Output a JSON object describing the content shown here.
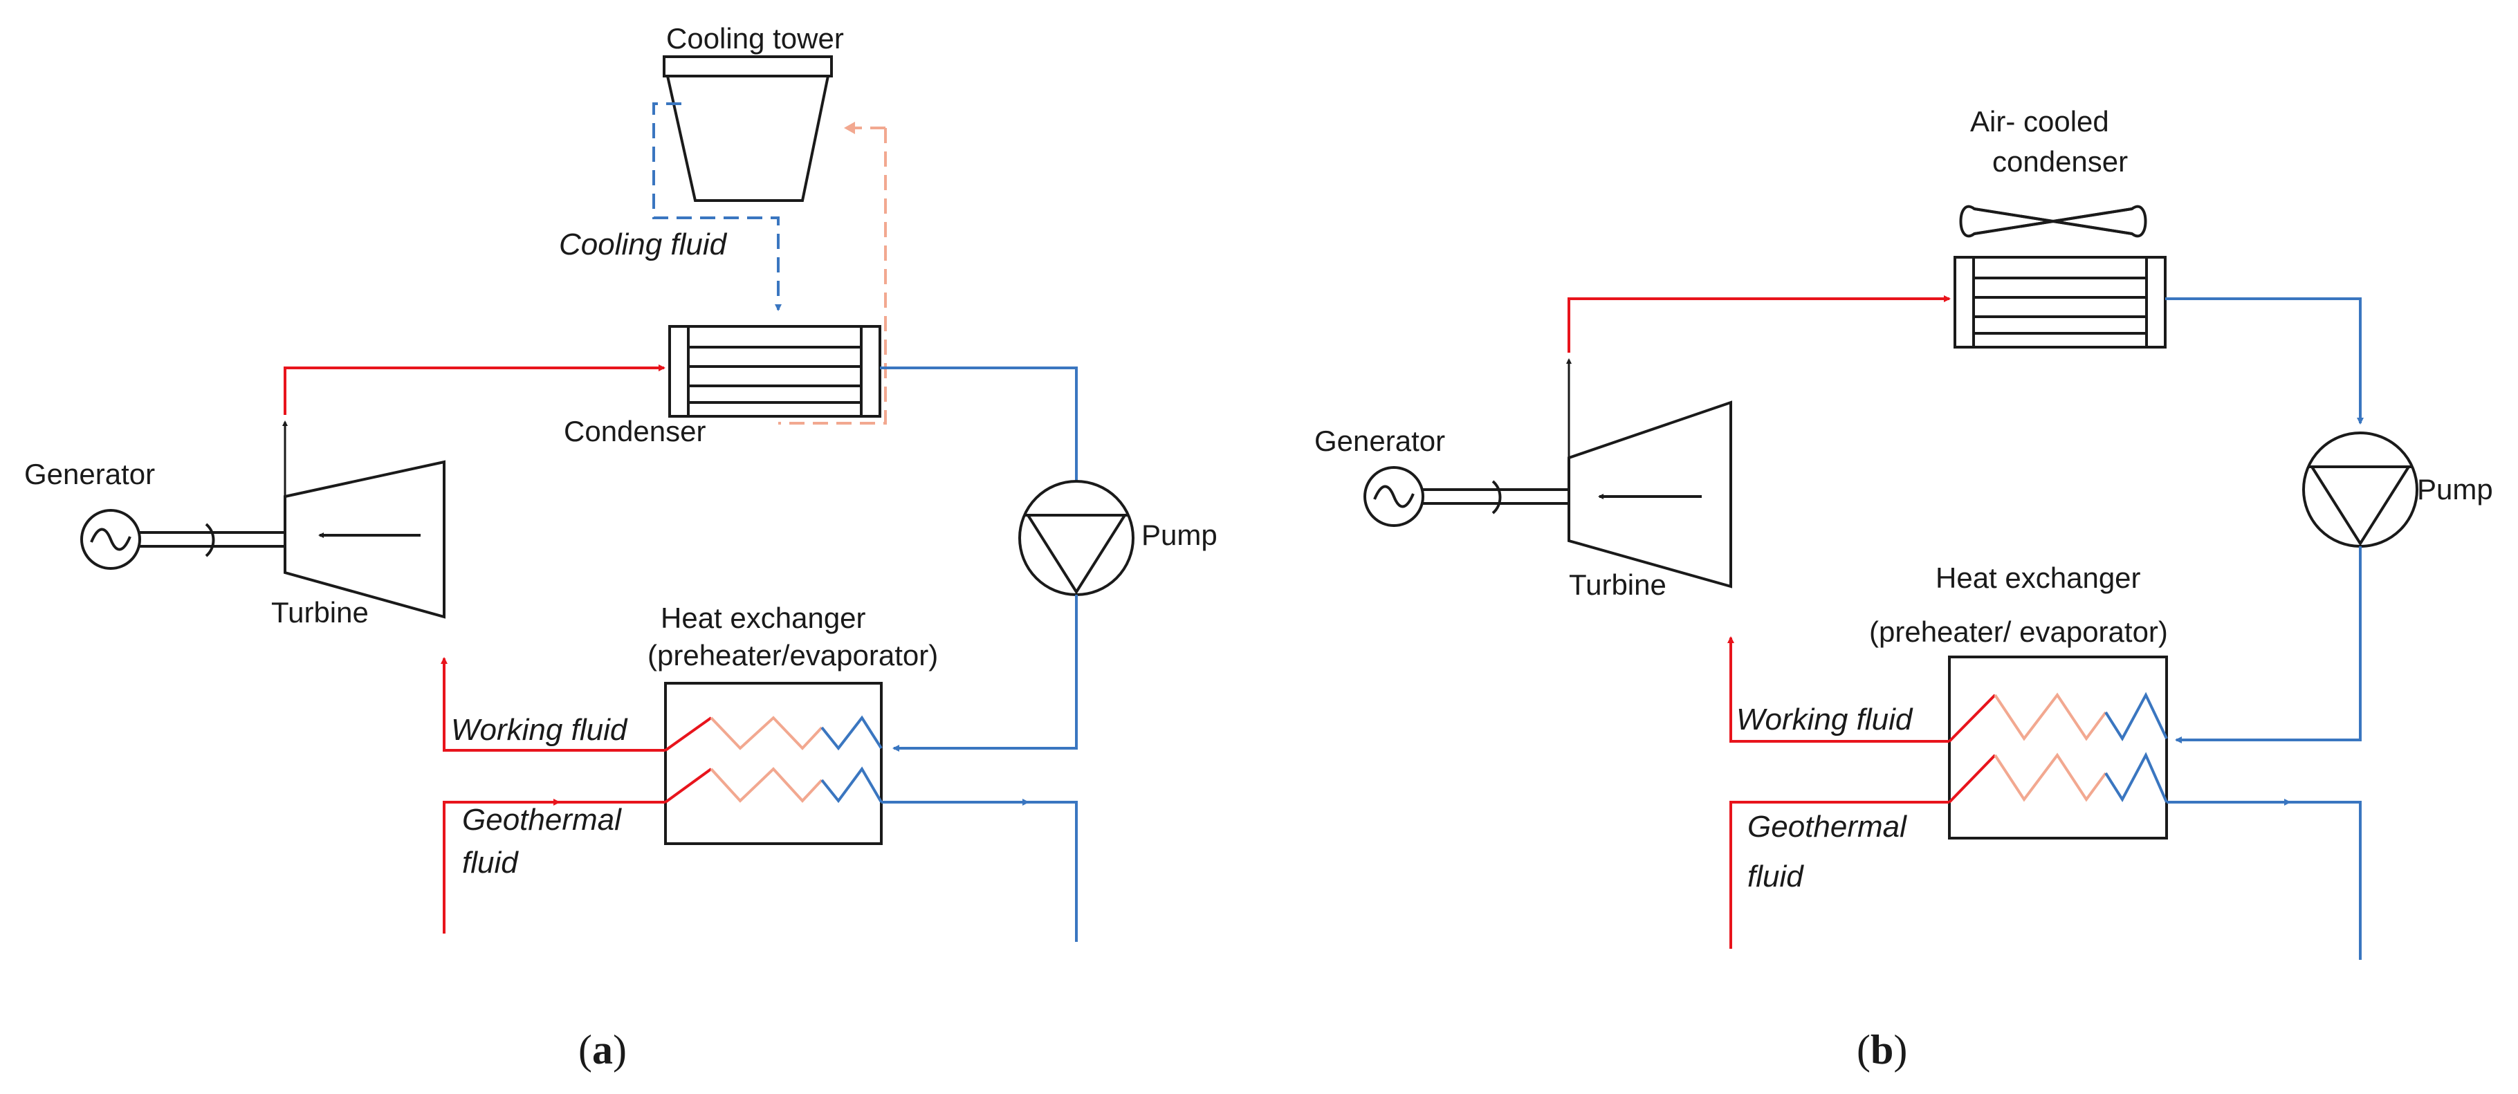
{
  "colors": {
    "hot": "#e8141c",
    "cold": "#3a76c0",
    "hot_dashed": "#f2a890",
    "cool_dashed": "#3a76c0",
    "coil_hot": "#f2a890",
    "outline": "#1a1a1a"
  },
  "diagram_a": {
    "caption_open": "(",
    "caption_letter": "a",
    "caption_close": ")",
    "generator": "Generator",
    "turbine": "Turbine",
    "condenser": "Condenser",
    "cooling_tower": "Cooling tower",
    "cooling_fluid": "Cooling fluid",
    "pump": "Pump",
    "hx_line1": "Heat exchanger",
    "hx_line2": "(preheater/evaporator)",
    "working_fluid": "Working fluid",
    "geo_line1": "Geothermal",
    "geo_line2": "fluid"
  },
  "diagram_b": {
    "caption_open": "(",
    "caption_letter": "b",
    "caption_close": ")",
    "generator": "Generator",
    "turbine": "Turbine",
    "acc_line1": "Air- cooled",
    "acc_line2": "condenser",
    "pump": "Pump",
    "hx_line1": "Heat exchanger",
    "hx_line2": "(preheater/ evaporator)",
    "working_fluid": "Working fluid",
    "geo_line1": "Geothermal",
    "geo_line2": "fluid"
  },
  "icons": [
    "generator-icon",
    "turbine-icon",
    "condenser-icon",
    "cooling-tower-icon",
    "fan-icon",
    "pump-icon",
    "heat-exchanger-icon"
  ]
}
